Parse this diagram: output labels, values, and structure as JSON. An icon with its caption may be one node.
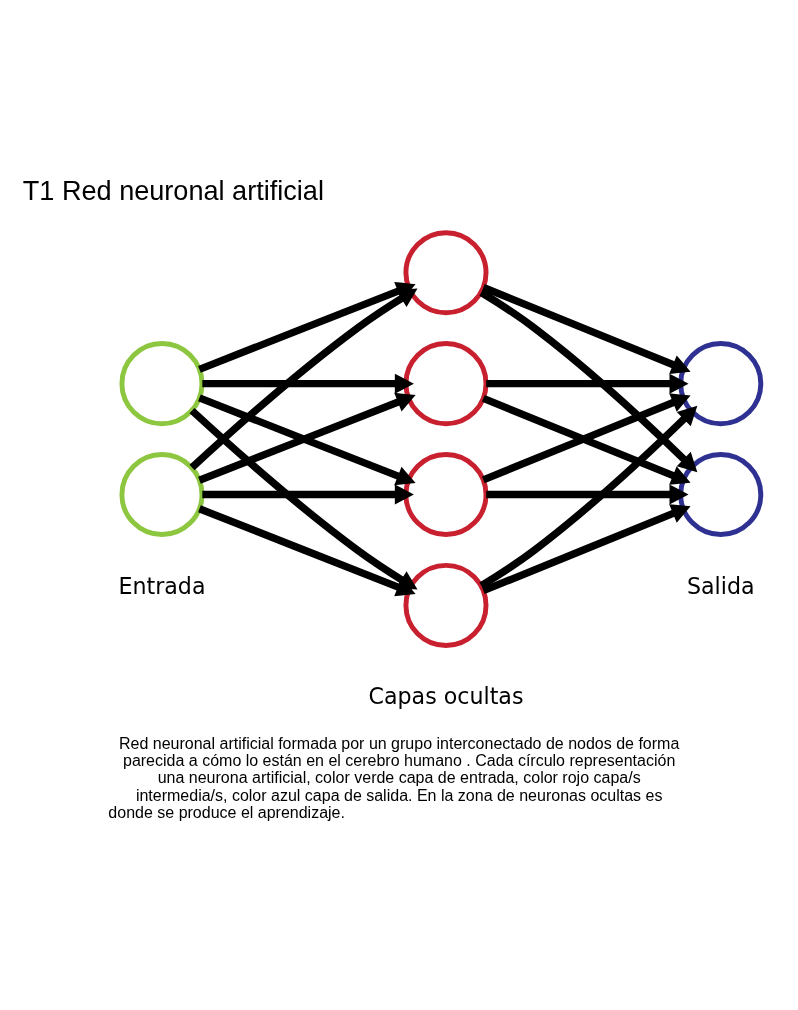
{
  "diagram": {
    "title": "T1 Red neuronal artificial",
    "caption": "Red neuronal artificial formada por un grupo interconectado de nodos de forma parecida a cómo lo están en el cerebro humano . Cada círculo representación una neurona artificial, color verde capa de entrada, color rojo capa/s intermedia/s, color azul capa de salida. En la zona de neuronas ocultas es donde se produce el aprendizaje.",
    "nodes": [
      {
        "text": [],
        "shape": "circle"
      },
      {
        "text": [],
        "shape": "circle"
      },
      {
        "text": [],
        "shape": "circle"
      },
      {
        "text": [],
        "shape": "circle"
      },
      {
        "text": [],
        "shape": "circle"
      },
      {
        "text": [],
        "shape": "circle"
      },
      {
        "text": [],
        "shape": "circle"
      },
      {
        "text": [],
        "shape": "circle"
      }
    ],
    "edges": [
      {
        "from": 0,
        "to": 2,
        "arrow": "to"
      },
      {
        "from": 0,
        "to": 3,
        "arrow": "to"
      },
      {
        "from": 0,
        "to": 4,
        "arrow": "to"
      },
      {
        "from": 0,
        "to": 5,
        "arrow": "to"
      },
      {
        "from": 1,
        "to": 2,
        "arrow": "to"
      },
      {
        "from": 1,
        "to": 3,
        "arrow": "to"
      },
      {
        "from": 1,
        "to": 4,
        "arrow": "to"
      },
      {
        "from": 1,
        "to": 5,
        "arrow": "to"
      },
      {
        "from": 2,
        "to": 6,
        "arrow": "to"
      },
      {
        "from": 2,
        "to": 7,
        "arrow": "to"
      },
      {
        "from": 3,
        "to": 6,
        "arrow": "to"
      },
      {
        "from": 3,
        "to": 7,
        "arrow": "to"
      },
      {
        "from": 4,
        "to": 6,
        "arrow": "to"
      },
      {
        "from": 4,
        "to": 7,
        "arrow": "to"
      },
      {
        "from": 5,
        "to": 6,
        "arrow": "to"
      },
      {
        "from": 5,
        "to": 7,
        "arrow": "to"
      }
    ],
    "labels": [
      "Capas ocultas",
      "Entrada",
      "Salida"
    ]
  }
}
